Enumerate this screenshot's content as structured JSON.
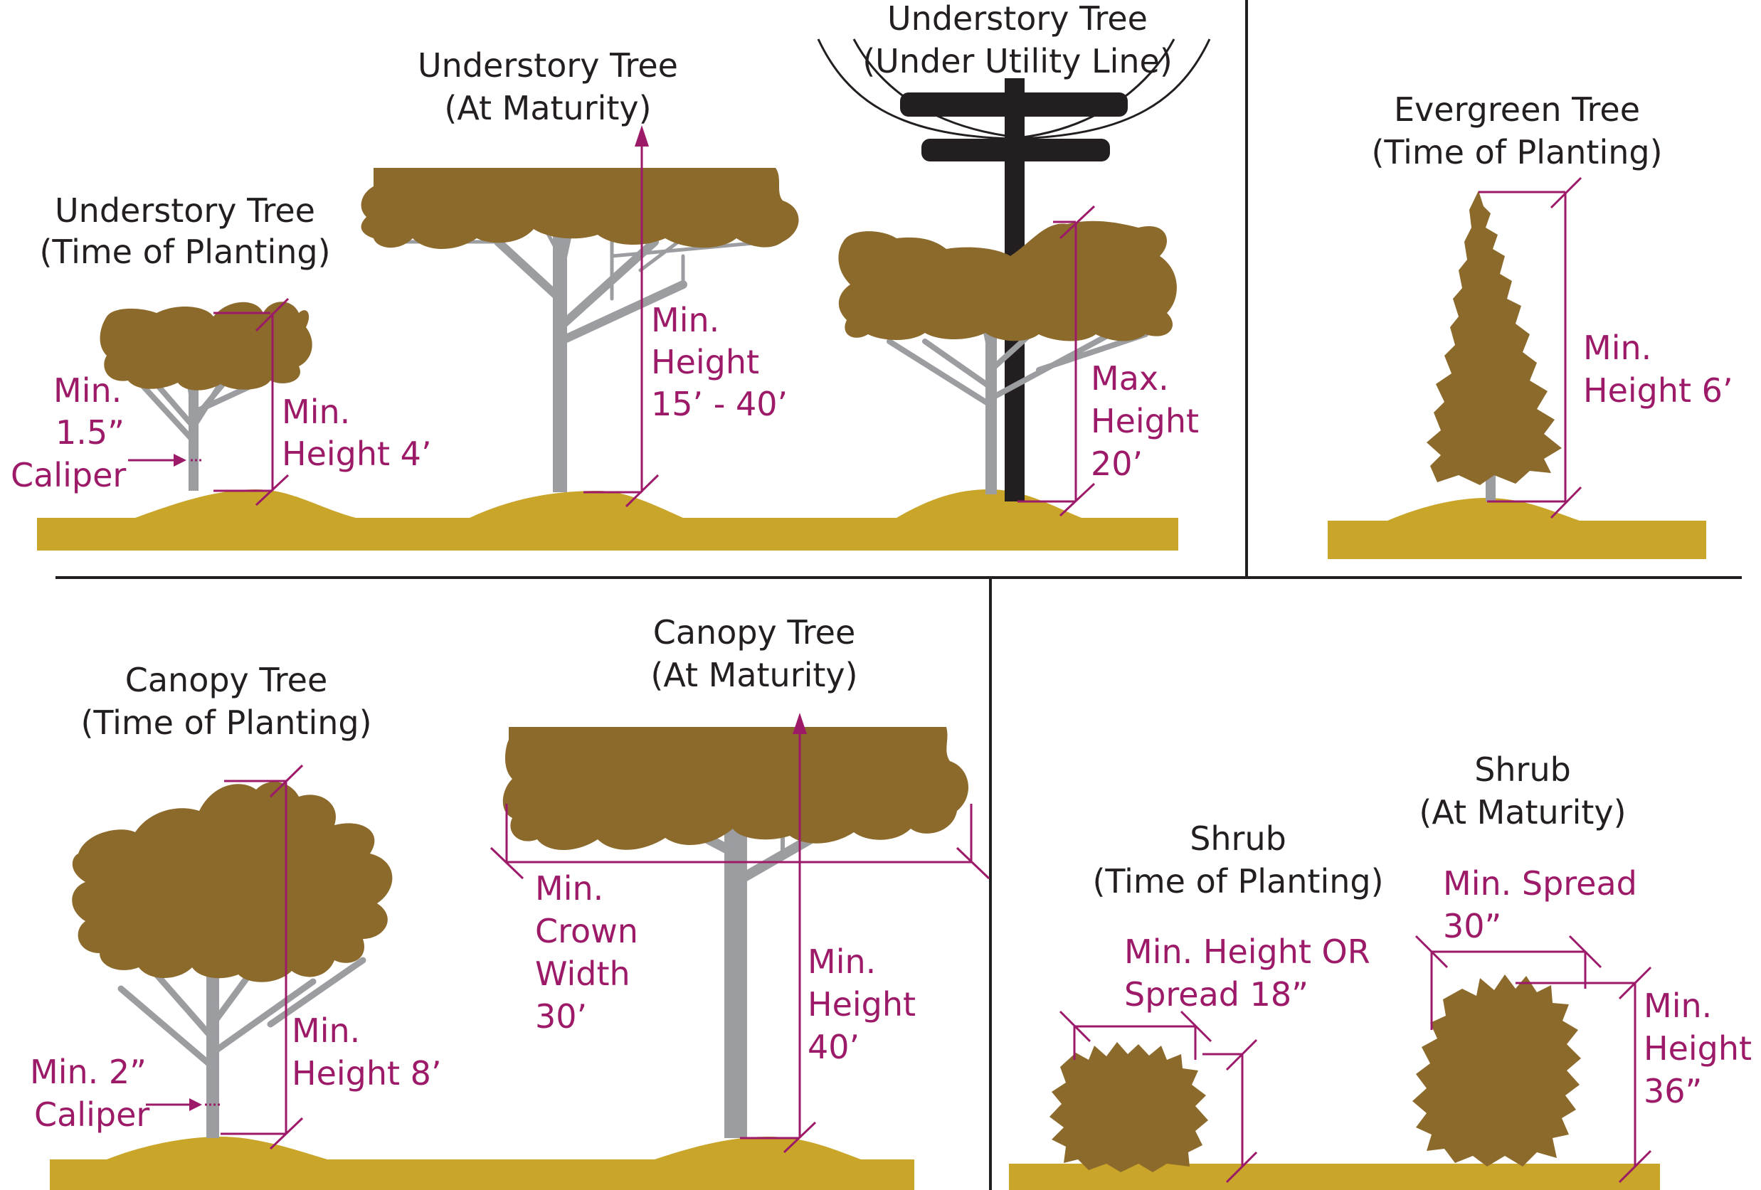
{
  "panels": {
    "understory_planting": {
      "title_line1": "Understory Tree",
      "title_line2": "(Time of Planting)",
      "caliper_line1": "Min.",
      "caliper_line2": "1.5”",
      "caliper_line3": "Caliper",
      "height_line1": "Min.",
      "height_line2": "Height 4’"
    },
    "understory_maturity": {
      "title_line1": "Understory Tree",
      "title_line2": "(At Maturity)",
      "height_line1": "Min.",
      "height_line2": "Height",
      "height_line3": "15’ - 40’"
    },
    "understory_utility": {
      "title_line1": "Understory Tree",
      "title_line2": "(Under Utility Line)",
      "height_line1": "Max.",
      "height_line2": "Height",
      "height_line3": "20’"
    },
    "evergreen_planting": {
      "title_line1": "Evergreen Tree",
      "title_line2": "(Time of Planting)",
      "height_line1": "Min.",
      "height_line2": "Height 6’"
    },
    "canopy_planting": {
      "title_line1": "Canopy Tree",
      "title_line2": "(Time of Planting)",
      "caliper_line1": "Min. 2”",
      "caliper_line2": "Caliper",
      "height_line1": "Min.",
      "height_line2": "Height 8’"
    },
    "canopy_maturity": {
      "title_line1": "Canopy Tree",
      "title_line2": "(At Maturity)",
      "crown_line1": "Min.",
      "crown_line2": "Crown",
      "crown_line3": "Width",
      "crown_line4": "30’",
      "height_line1": "Min.",
      "height_line2": "Height",
      "height_line3": "40’"
    },
    "shrub_planting": {
      "title_line1": "Shrub",
      "title_line2": "(Time of Planting)",
      "dim_line1": "Min. Height OR",
      "dim_line2": "Spread 18”"
    },
    "shrub_maturity": {
      "title_line1": "Shrub",
      "title_line2": "(At Maturity)",
      "spread_line1": "Min. Spread",
      "spread_line2": "30”",
      "height_line1": "Min.",
      "height_line2": "Height",
      "height_line3": "36”"
    }
  },
  "colors": {
    "annotation": "#9c1a68",
    "crown": "#8b6a2c",
    "ground": "#c9a52a",
    "trunk": "#9b9da1",
    "text": "#231f20"
  },
  "icons": [
    "utility-pole-icon"
  ]
}
